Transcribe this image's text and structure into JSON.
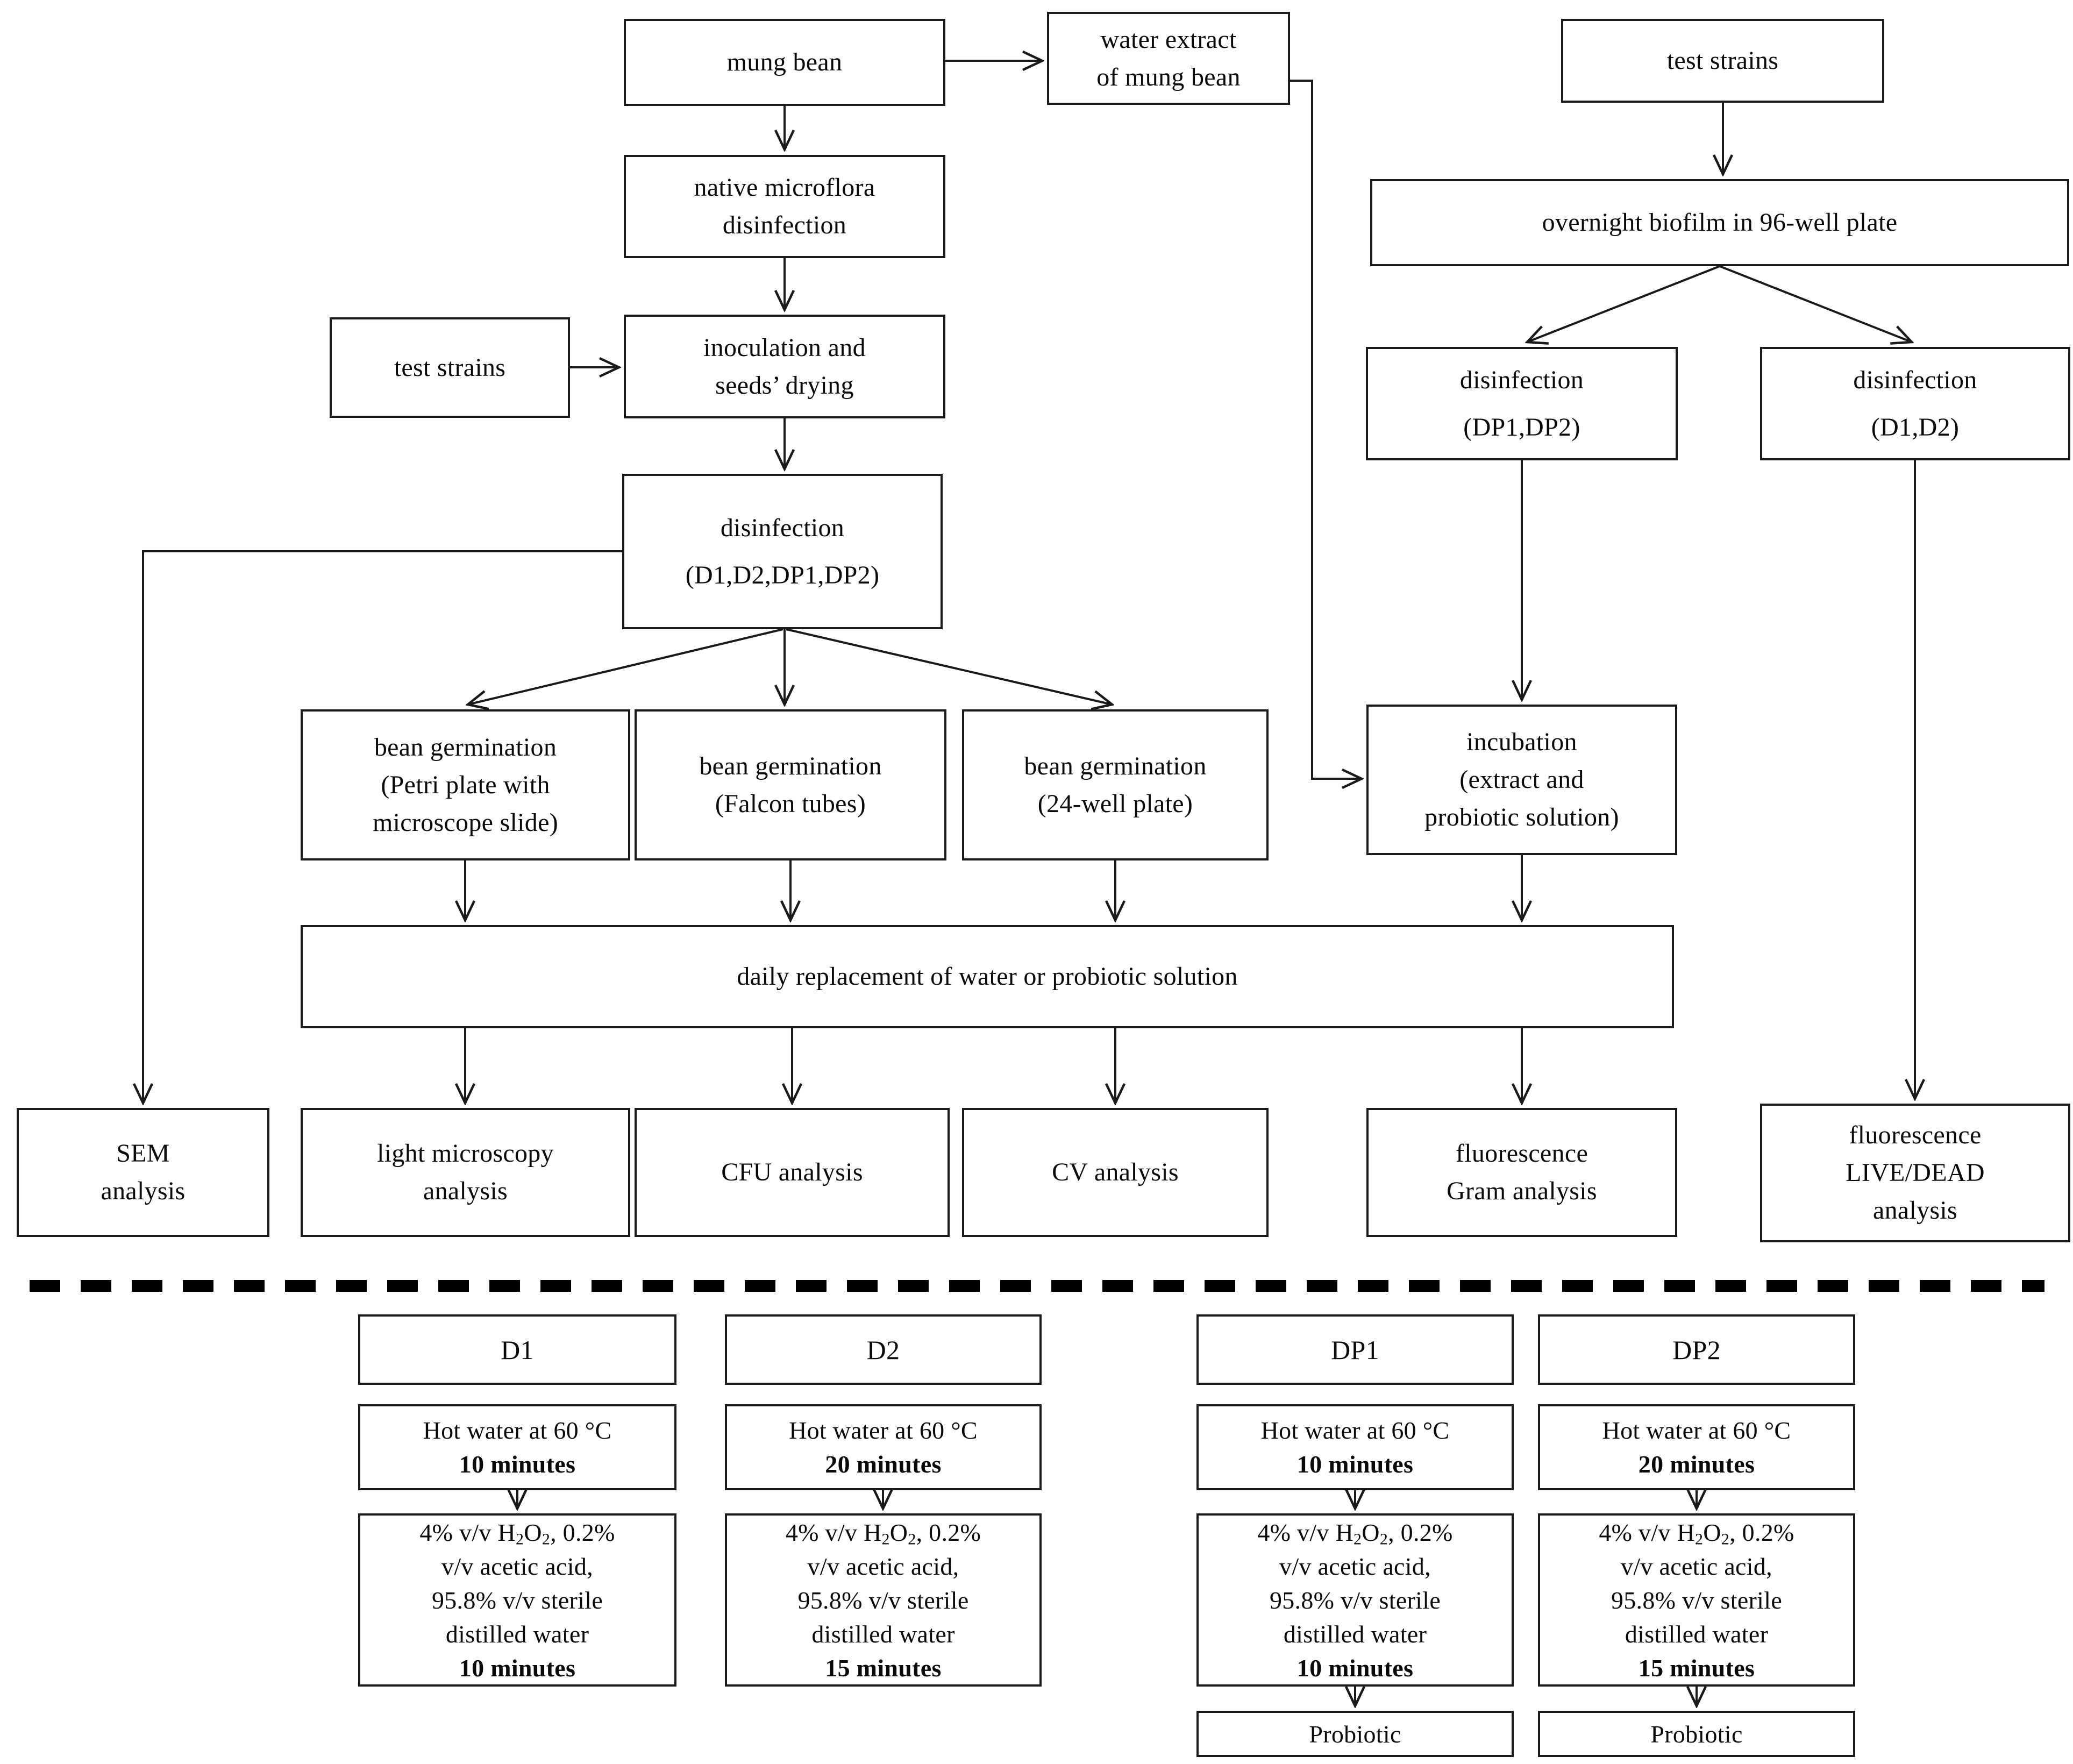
{
  "colors": {
    "background": "#ffffff",
    "line": "#1a1a1a",
    "text": "#0a0a0a"
  },
  "flowchart": {
    "mung_bean": "mung bean",
    "water_extract": [
      "water extract",
      "of mung bean"
    ],
    "test_strains_top": "test strains",
    "native_microflora": [
      "native microflora",
      "disinfection"
    ],
    "overnight_biofilm": "overnight biofilm in 96-well plate",
    "test_strains_left": "test strains",
    "inoculation": [
      "inoculation and",
      "seeds’ drying"
    ],
    "disinfection_dp": [
      "disinfection",
      "(DP1,DP2)"
    ],
    "disinfection_d": [
      "disinfection",
      "(D1,D2)"
    ],
    "disinfection_all": [
      "disinfection",
      "(D1,D2,DP1,DP2)"
    ],
    "germination_petri": [
      "bean germination",
      "(Petri plate with",
      "microscope slide)"
    ],
    "germination_falcon": [
      "bean germination",
      "(Falcon tubes)"
    ],
    "germination_24well": [
      "bean germination",
      "(24-well plate)"
    ],
    "incubation": [
      "incubation",
      "(extract and",
      "probiotic solution)"
    ],
    "daily_replacement": "daily replacement of water or probiotic solution",
    "sem_analysis": [
      "SEM",
      "analysis"
    ],
    "light_microscopy": [
      "light microscopy",
      "analysis"
    ],
    "cfu_analysis": "CFU analysis",
    "cv_analysis": "CV analysis",
    "fluorescence_gram": [
      "fluorescence",
      "Gram analysis"
    ],
    "fluorescence_livedead": [
      "fluorescence",
      "LIVE/DEAD",
      "analysis"
    ]
  },
  "treatments": [
    {
      "id": "D1",
      "hot_water": "Hot water at 60 °C",
      "hot_water_duration": "10 minutes",
      "solution_line1": [
        {
          "t": "4% v/v H"
        },
        {
          "sub": "2"
        },
        {
          "t": "O"
        },
        {
          "sub": "2"
        },
        {
          "t": ", 0.2%"
        }
      ],
      "solution_lines": [
        "v/v acetic acid,",
        "95.8% v/v sterile",
        "distilled water"
      ],
      "solution_duration": "10 minutes"
    },
    {
      "id": "D2",
      "hot_water": "Hot water at 60 °C",
      "hot_water_duration": "20 minutes",
      "solution_line1": [
        {
          "t": "4% v/v H"
        },
        {
          "sub": "2"
        },
        {
          "t": "O"
        },
        {
          "sub": "2"
        },
        {
          "t": ", 0.2%"
        }
      ],
      "solution_lines": [
        "v/v acetic acid,",
        "95.8% v/v sterile",
        "distilled water"
      ],
      "solution_duration": "15 minutes"
    },
    {
      "id": "DP1",
      "hot_water": "Hot water at 60 °C",
      "hot_water_duration": "10 minutes",
      "solution_line1": [
        {
          "t": "4% v/v H"
        },
        {
          "sub": "2"
        },
        {
          "t": "O"
        },
        {
          "sub": "2"
        },
        {
          "t": ", 0.2%"
        }
      ],
      "solution_lines": [
        "v/v acetic acid,",
        "95.8% v/v sterile",
        "distilled water"
      ],
      "solution_duration": "10 minutes",
      "probiotic": "Probiotic"
    },
    {
      "id": "DP2",
      "hot_water": "Hot water at 60 °C",
      "hot_water_duration": "20 minutes",
      "solution_line1": [
        {
          "t": "4% v/v H"
        },
        {
          "sub": "2"
        },
        {
          "t": "O"
        },
        {
          "sub": "2"
        },
        {
          "t": ", 0.2%"
        }
      ],
      "solution_lines": [
        "v/v acetic acid,",
        "95.8% v/v sterile",
        "distilled water"
      ],
      "solution_duration": "15 minutes",
      "probiotic": "Probiotic"
    }
  ]
}
